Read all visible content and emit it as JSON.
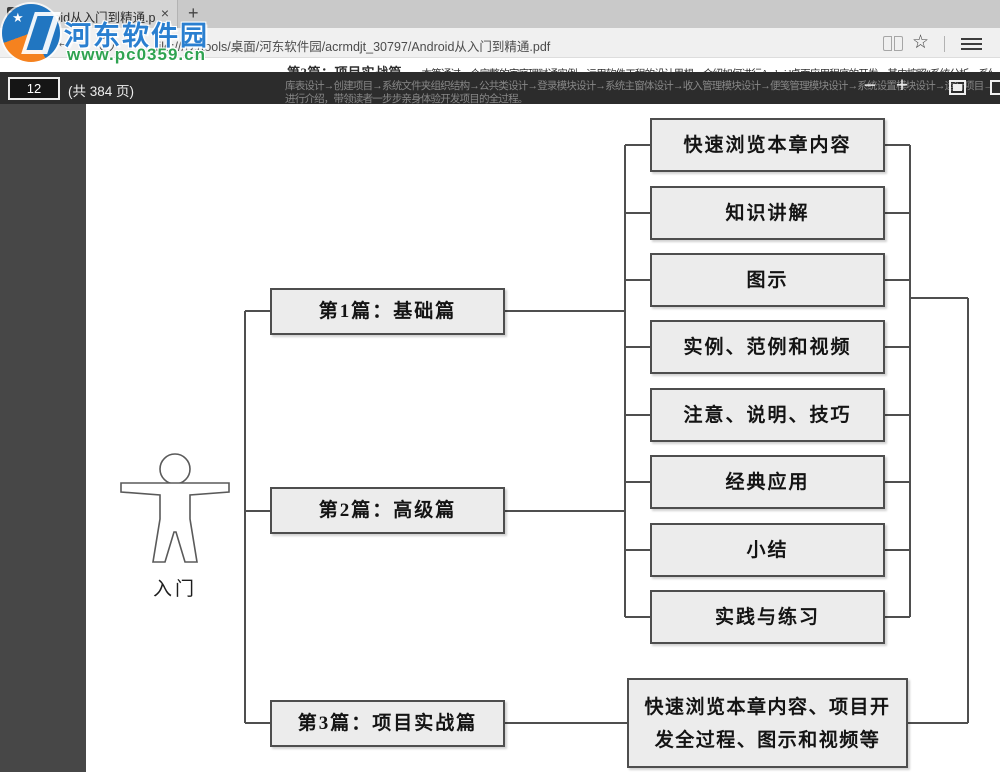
{
  "browser": {
    "tab": {
      "title": "Android从入门到精通.p",
      "close_glyph": "×",
      "new_tab_glyph": "+"
    },
    "address": {
      "back_glyph": "←",
      "url": "file:///D:/tools/桌面/河东软件园/acrmdjt_30797/Android从入门到精通.pdf",
      "star_glyph": "☆"
    }
  },
  "watermark": {
    "star_glyph": "★",
    "site_name": "河东软件园",
    "site_url": "www.pc0359.cn",
    "colors": {
      "blue": "#2a7fd0",
      "green": "#2fa351",
      "orange": "#f5821f"
    }
  },
  "pdf_toolbar": {
    "page_number": "12",
    "page_total": "(共 384 页)",
    "zoom_out_glyph": "−",
    "zoom_in_glyph": "+"
  },
  "page_text": {
    "lead": "第3篇：项目实战篇。",
    "line1": "本篇通过一个完整的家庭理财通实例，运用软件工程的设计思想，介绍如何进行Android桌面应用程序的开发。其中按照“系统分析→系统设计→系统开发及运行环境→数据库与数",
    "line2": "库表设计→创建项目→系统文件夹组织结构→公共类设计→登录模块设计→系统主窗体设计→收入管理模块设计→便笺管理模块设计→系统设置模块设计→运行项目→将程序安装到Android手机上”的",
    "line3": "进行介绍，带领读者一步步亲身体验开发项目的全过程。"
  },
  "diagram": {
    "source_label": "入门",
    "chapters": [
      "第1篇：基础篇",
      "第2篇：高级篇",
      "第3篇：项目实战篇"
    ],
    "features": [
      "快速浏览本章内容",
      "知识讲解",
      "图示",
      "实例、范例和视频",
      "注意、说明、技巧",
      "经典应用",
      "小结",
      "实践与练习"
    ],
    "project_summary": "快速浏览本章内容、项目开发全过程、图示和视频等",
    "style": {
      "box_fill": "#ececec",
      "box_border": "#4e4e4e",
      "line_color": "#4f4f4f"
    }
  }
}
